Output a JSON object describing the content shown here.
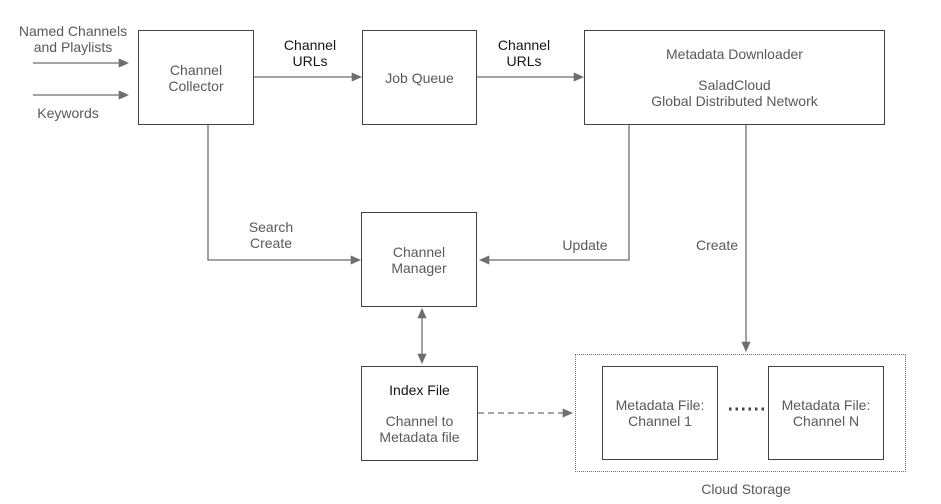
{
  "diagram": {
    "nodes": {
      "channel_collector": {
        "label": "Channel\nCollector"
      },
      "job_queue": {
        "label": "Job Queue"
      },
      "metadata_downloader": {
        "title": "Metadata Downloader",
        "subtitle": "SaladCloud\nGlobal Distributed Network"
      },
      "channel_manager": {
        "label": "Channel\nManager"
      },
      "index_file": {
        "title": "Index File",
        "subtitle": "Channel to\nMetadata file"
      },
      "metadata_file_1": {
        "label": "Metadata File:\nChannel 1"
      },
      "metadata_file_n": {
        "label": "Metadata File:\nChannel N"
      },
      "cloud_storage": {
        "label": "Cloud Storage"
      }
    },
    "edge_labels": {
      "named_channels": "Named Channels\nand Playlists",
      "keywords": "Keywords",
      "channel_urls_1": "Channel\nURLs",
      "channel_urls_2": "Channel\nURLs",
      "search_create": "Search\nCreate",
      "update": "Update",
      "create": "Create"
    },
    "colors": {
      "background": "#ffffff",
      "box_border": "#424242",
      "connector_line": "#6e6e6e",
      "text_gray": "#595959",
      "text_black": "#161616"
    }
  }
}
